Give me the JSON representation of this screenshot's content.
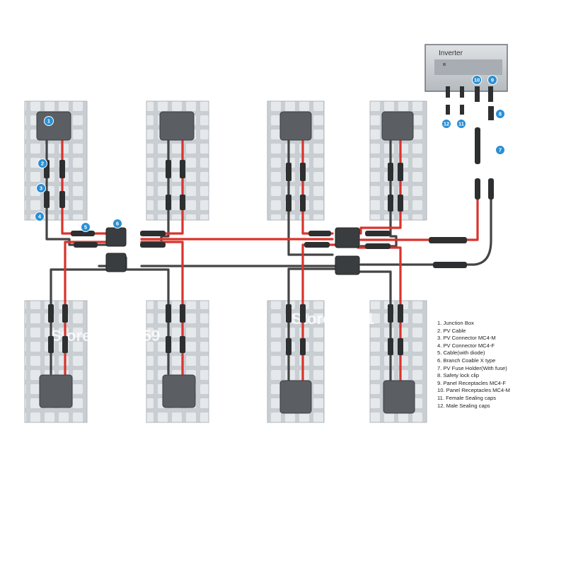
{
  "inverter": {
    "title": "Inverter"
  },
  "badges": [
    "1",
    "2",
    "3",
    "4",
    "5",
    "6",
    "7",
    "8",
    "9",
    "10",
    "11",
    "12"
  ],
  "legend": [
    "1. Junction Box",
    "2. PV Cable",
    "3.  PV Connector MC4-M",
    "4.  PV Connector MC4-F",
    "5.  Cable(with diode)",
    "6.  Branch Coable X type",
    "7.  PV Fuse Holder(With fuse)",
    "8.  Safety lock clip",
    "9.  Panel Receptacles MC4-F",
    "10. Panel Receptacles MC4-M",
    "11. Female Sealing caps",
    "12. Male Sealing caps"
  ],
  "watermark": [
    "Store No: 1759",
    "Store No: 1"
  ],
  "colors": {
    "panel": "#c9ced3",
    "cell": "#e6e9ec",
    "positive_cable": "#d9332b",
    "negative_cable": "#444444",
    "badge": "#2a8fd4",
    "junction_box": "#5b5f63"
  }
}
